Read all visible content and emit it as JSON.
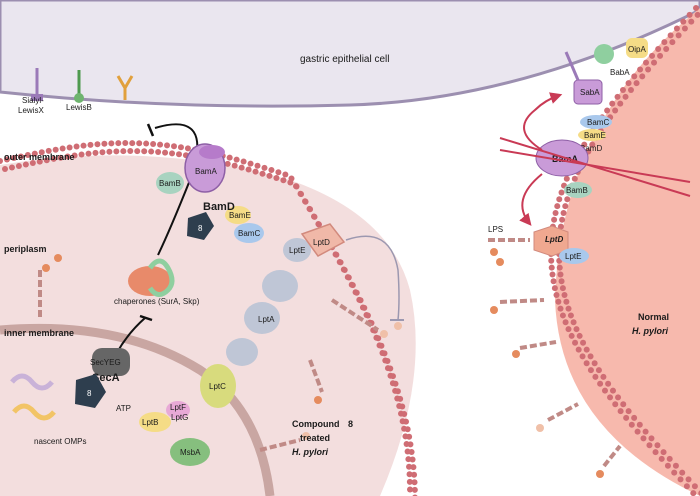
{
  "host": {
    "label": "gastric epithelial cell"
  },
  "glycans": {
    "sialyl": "Sialyl-\nLewisX",
    "lewisb": "LewisB"
  },
  "layers": {
    "outer_membrane": "outer membrane",
    "periplasm": "periplasm",
    "inner_membrane": "inner membrane"
  },
  "proteins": {
    "bama": "BamA",
    "bamb": "BamB",
    "bamd": "BamD",
    "bame": "BamE",
    "bamc": "BamC",
    "chaperones": "chaperones (SurA, Skp)",
    "secyeg": "SecYEG",
    "seca": "SecA",
    "atp": "ATP",
    "lptb": "LptB",
    "lptf": "LptF",
    "lptg": "LptG",
    "lptc": "LptC",
    "lpta": "LptA",
    "lpte": "LptE",
    "lptd": "LptD",
    "msba": "MsbA",
    "nascent": "nascent OMPs",
    "inhibitor_mark": "8"
  },
  "compound": {
    "line1": "Compound",
    "num": "8",
    "line2": "treated",
    "line3": "H. pylori"
  },
  "normal": {
    "line1": "Normal",
    "line2": "H. pylori",
    "saba": "SabA",
    "baba": "BabA",
    "oipa": "OipA",
    "bamc": "BamC",
    "bame": "BamE",
    "bamd": "BamD",
    "bama": "BamA",
    "bamb": "BamB",
    "lptd": "LptD",
    "lpte": "LptE",
    "lps": "LPS"
  },
  "colors": {
    "host_fill": "#eae6ef",
    "host_edge": "#9c8fb0",
    "membrane": "#cf6d74",
    "bacterium_fill": "#f3dede",
    "normal_fill": "#f7b9ad",
    "bama": "#c99bd8",
    "bamb": "#a8d3c0",
    "bamc": "#a9c8ec",
    "bame": "#f5dc86",
    "inhibitor": "#2e3e4e",
    "chaperone": "#e88a6a",
    "lpt": "#bfc6d6",
    "lptc": "#d8db7d",
    "msba": "#86bf7e",
    "lps": "#e58b5e"
  }
}
